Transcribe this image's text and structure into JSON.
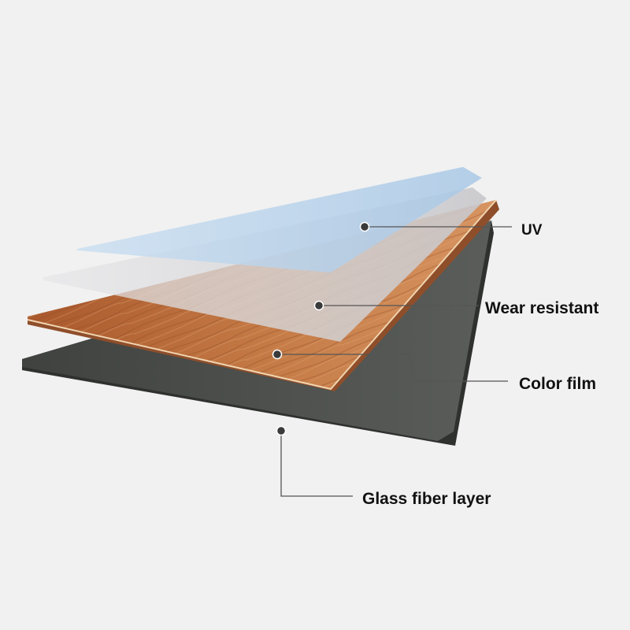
{
  "diagram": {
    "layers": [
      {
        "id": "uv",
        "label": "UV",
        "color": "#b9d4ec"
      },
      {
        "id": "wear-resistant",
        "label": "Wear resistant",
        "color": "#d9d9db"
      },
      {
        "id": "color-film",
        "label": "Color film",
        "color": "#b86a3a"
      },
      {
        "id": "glass-fiber-layer",
        "label": "Glass fiber layer",
        "color": "#4f524f"
      }
    ],
    "colors": {
      "background": "#f1f1f1",
      "leader_line": "#555555",
      "dot": "#3a3a3a",
      "edge_wood": "#e8c9a0"
    }
  }
}
